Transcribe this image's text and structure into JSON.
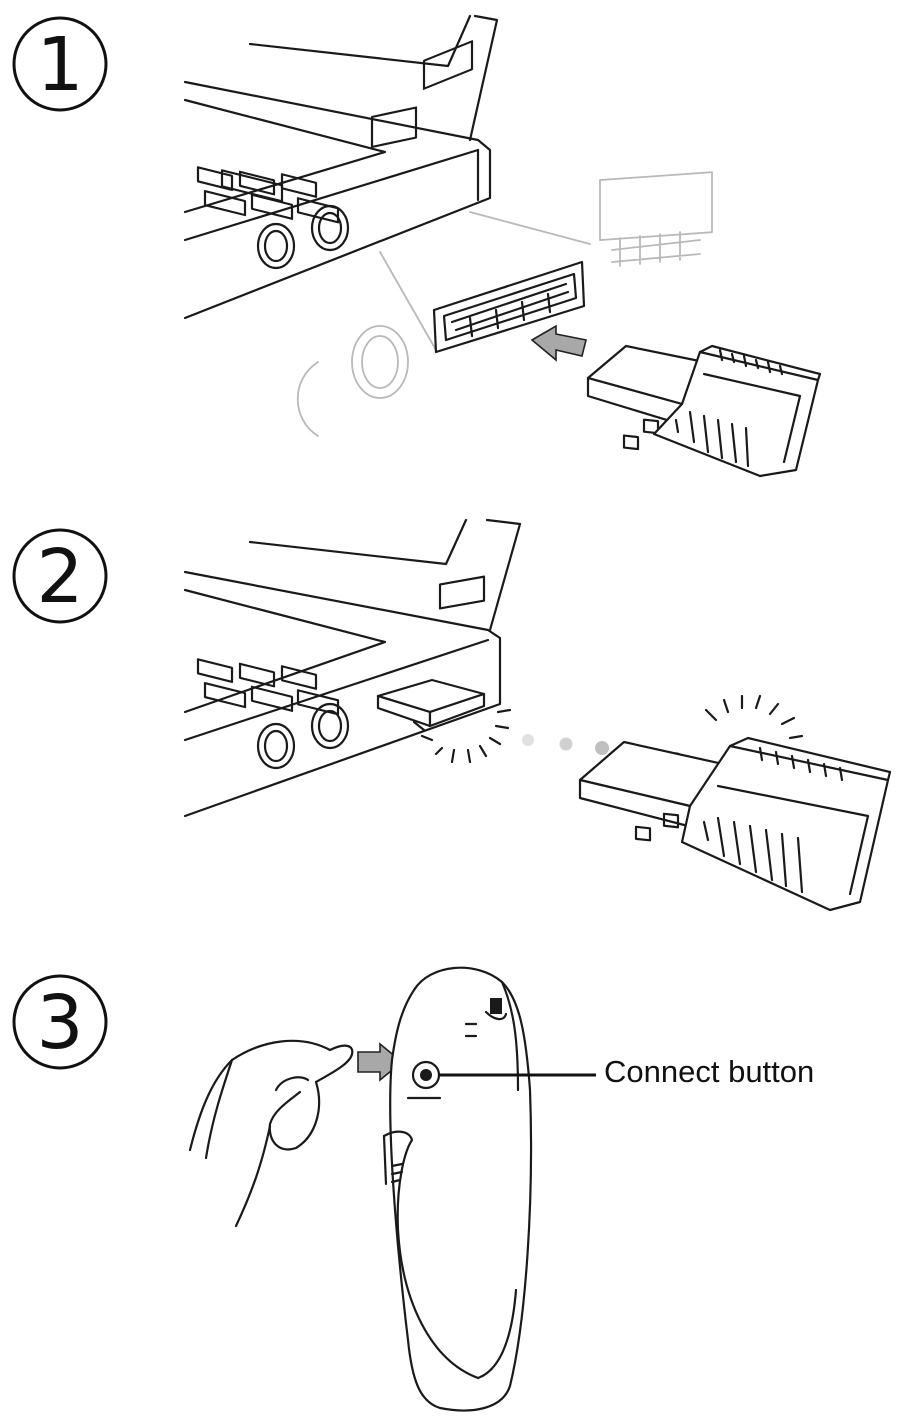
{
  "steps": [
    {
      "number": "1"
    },
    {
      "number": "2"
    },
    {
      "number": "3"
    }
  ],
  "callout": {
    "label": "Connect button"
  }
}
